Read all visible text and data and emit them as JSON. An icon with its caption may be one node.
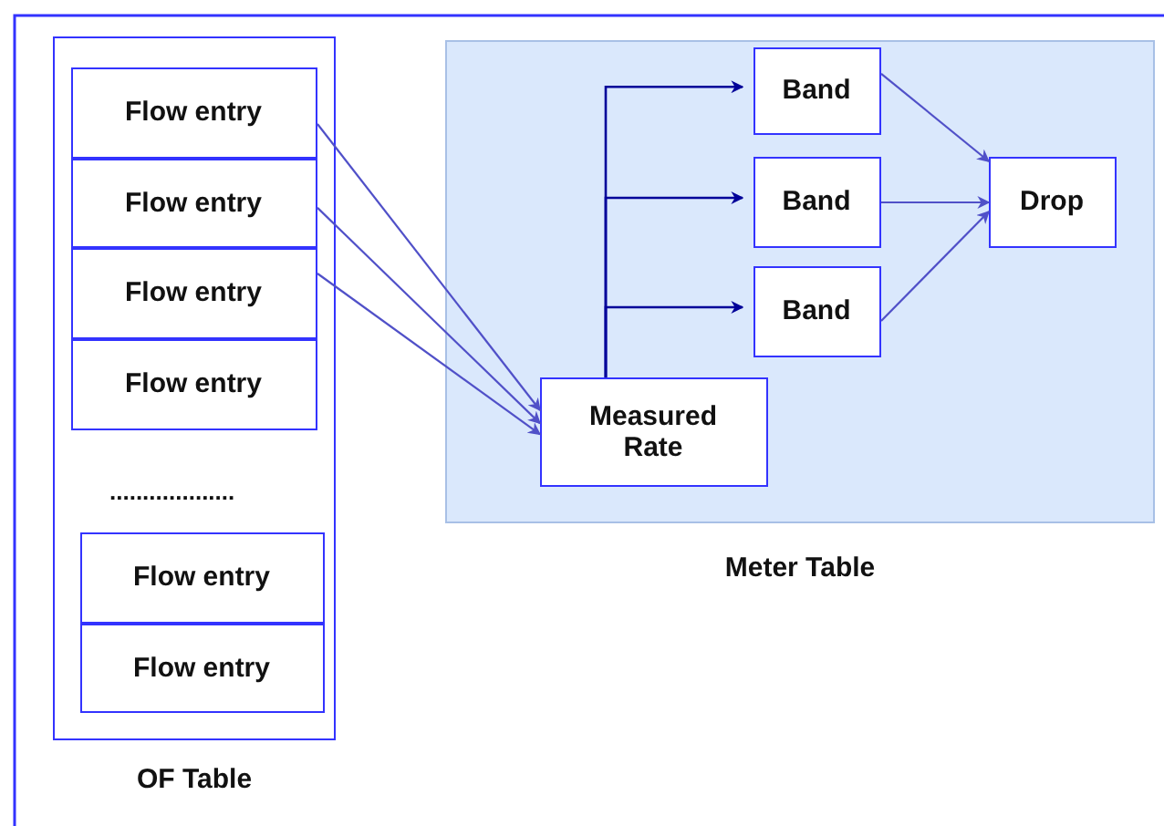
{
  "diagram": {
    "nodes": [
      {
        "text": [
          "OF Table"
        ]
      },
      {
        "text": [
          "Flow entry"
        ],
        "in": 0
      },
      {
        "text": [
          "Flow entry"
        ],
        "in": 0
      },
      {
        "text": [
          "Flow entry"
        ],
        "in": 0
      },
      {
        "text": [
          "Flow entry"
        ],
        "in": 0
      },
      {
        "text": [
          "Flow entry"
        ],
        "in": 0
      },
      {
        "text": [
          "Flow entry"
        ],
        "in": 0
      },
      {
        "text": [
          "Meter Table"
        ]
      },
      {
        "text": [
          "Measured Rate"
        ],
        "in": 7
      },
      {
        "text": [
          "Band"
        ],
        "in": 7
      },
      {
        "text": [
          "Band"
        ],
        "in": 7
      },
      {
        "text": [
          "Band"
        ],
        "in": 7
      },
      {
        "text": [
          "Drop"
        ],
        "in": 7
      }
    ],
    "edges": [
      {
        "from": 1,
        "to": 8,
        "arrow": "to"
      },
      {
        "from": 2,
        "to": 8,
        "arrow": "to"
      },
      {
        "from": 3,
        "to": 8,
        "arrow": "to"
      },
      {
        "from": 8,
        "to": 9,
        "arrow": "to"
      },
      {
        "from": 8,
        "to": 10,
        "arrow": "to"
      },
      {
        "from": 8,
        "to": 11,
        "arrow": "to"
      },
      {
        "from": 9,
        "to": 12,
        "arrow": "to"
      },
      {
        "from": 10,
        "to": 12,
        "arrow": "to"
      },
      {
        "from": 11,
        "to": 12,
        "arrow": "to"
      }
    ],
    "labels": [
      "..................."
    ]
  }
}
